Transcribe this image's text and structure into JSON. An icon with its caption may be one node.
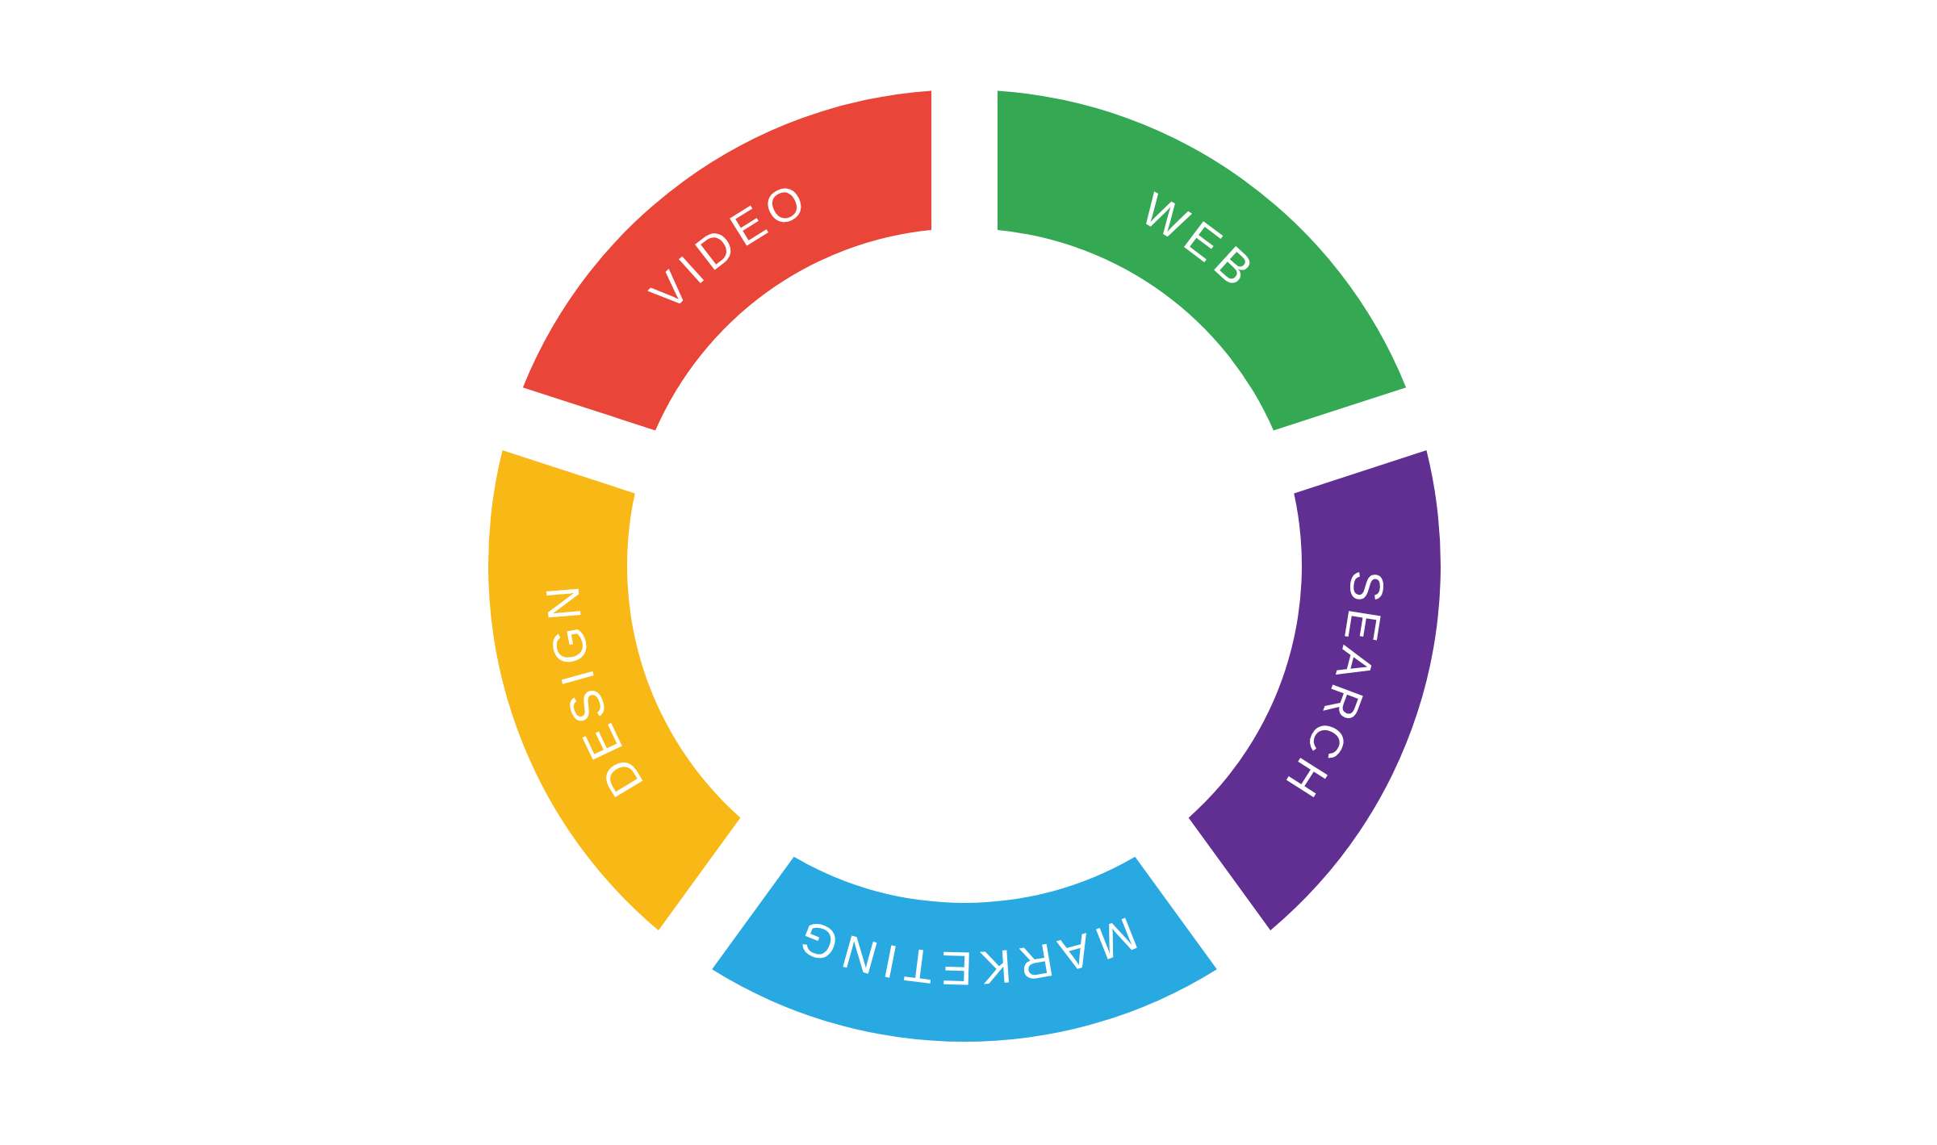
{
  "diagram": {
    "nodes": [
      {
        "text": [
          "VIDEO"
        ]
      },
      {
        "text": [
          "WEB"
        ]
      },
      {
        "text": [
          "SEARCH"
        ]
      },
      {
        "text": [
          "MARKETING"
        ]
      },
      {
        "text": [
          "DESIGN"
        ]
      }
    ]
  }
}
